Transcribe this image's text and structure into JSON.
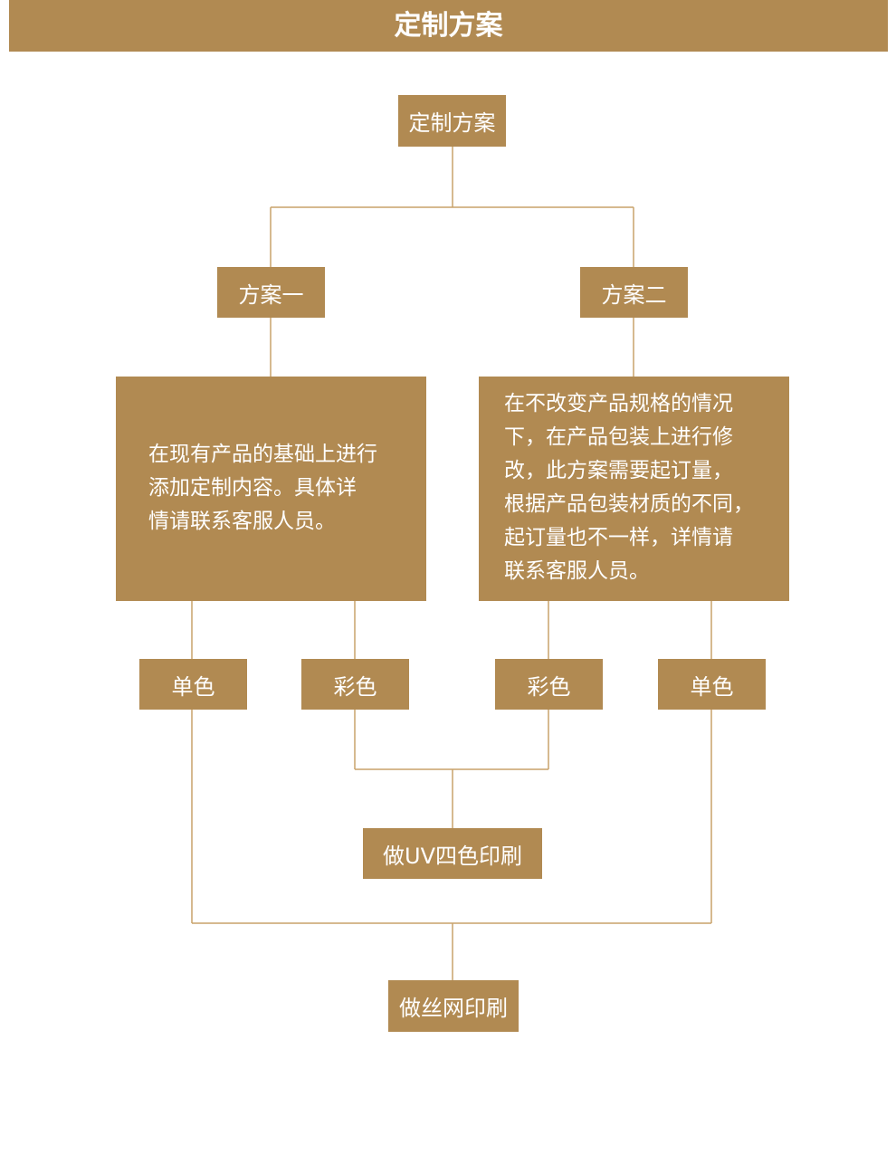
{
  "header": {
    "title": "定制方案"
  },
  "nodes": {
    "root": "定制方案",
    "plan1": "方案一",
    "plan2": "方案二",
    "plan1_desc": [
      "在现有产品的基础上进行",
      "添加定制内容。具体详",
      "情请联系客服人员。"
    ],
    "plan2_desc": [
      "在不改变产品规格的情况",
      "下，在产品包装上进行修",
      "改，此方案需要起订量，",
      "根据产品包装材质的不同，",
      "起订量也不一样，详情请",
      "联系客服人员。"
    ],
    "p1_mono": "单色",
    "p1_color": "彩色",
    "p2_color": "彩色",
    "p2_mono": "单色",
    "uv_print": "做UV四色印刷",
    "silk_print": "做丝网印刷"
  },
  "colors": {
    "accent": "#b18a52",
    "line": "#c8a26a",
    "text": "#ffffff"
  }
}
